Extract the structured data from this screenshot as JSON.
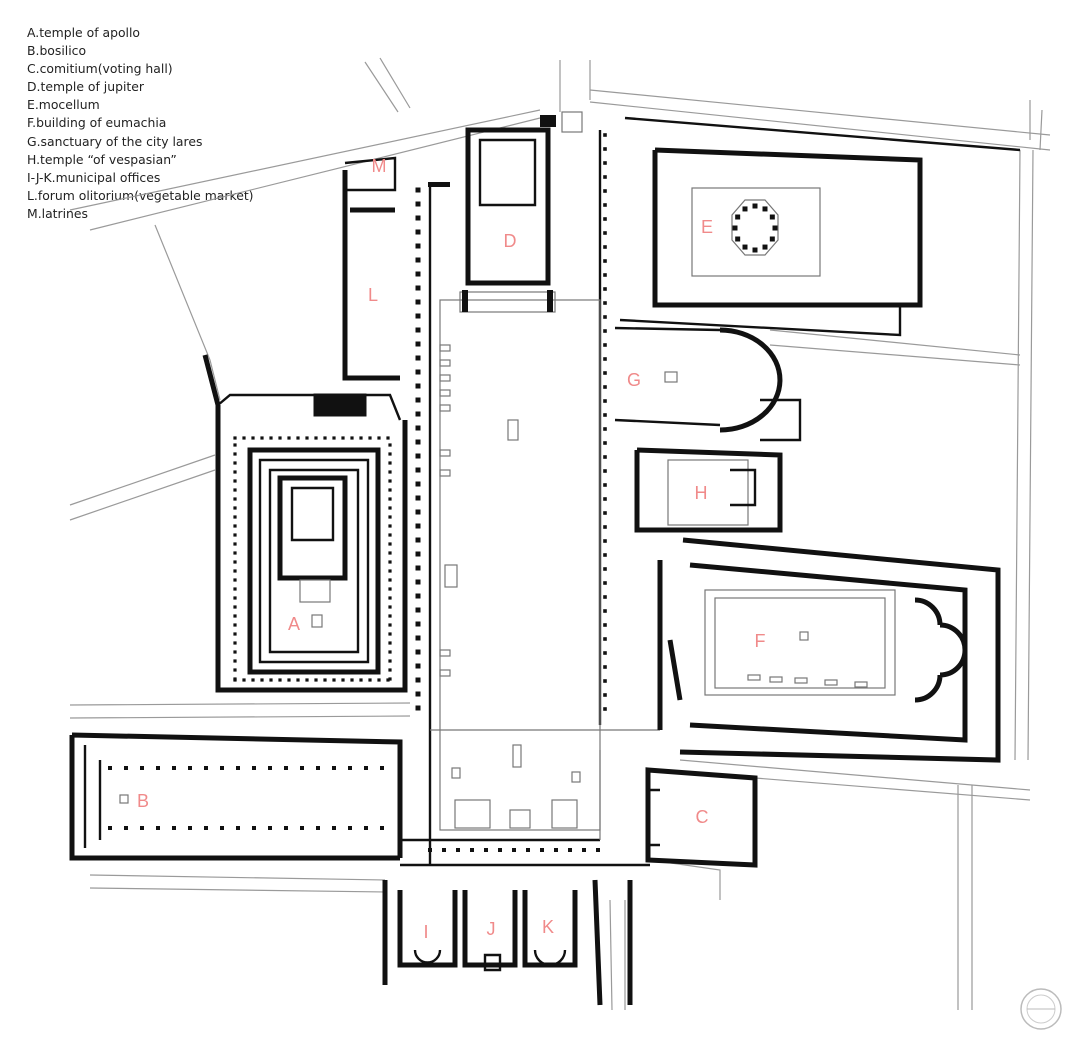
{
  "legend": [
    "A.temple of apollo",
    "B.bosilico",
    "C.comitium(voting hall)",
    "D.temple of jupiter",
    "E.mocellum",
    "F.building of eumachia",
    "G.sanctuary of the city lares",
    "H.temple “of vespasian”",
    "I-J-K.municipal offices",
    "L.forum olitorium(vegetable market)",
    "M.latrines"
  ],
  "labels": {
    "A": "A",
    "B": "B",
    "C": "C",
    "D": "D",
    "E": "E",
    "F": "F",
    "G": "G",
    "H": "H",
    "I": "I",
    "J": "J",
    "K": "K",
    "L": "L",
    "M": "M"
  },
  "colors": {
    "label": "#f08a8a",
    "wall": "#111111",
    "street": "#9a9a9a"
  },
  "watermark": {
    "icon": "archdaily-watermark-icon"
  }
}
